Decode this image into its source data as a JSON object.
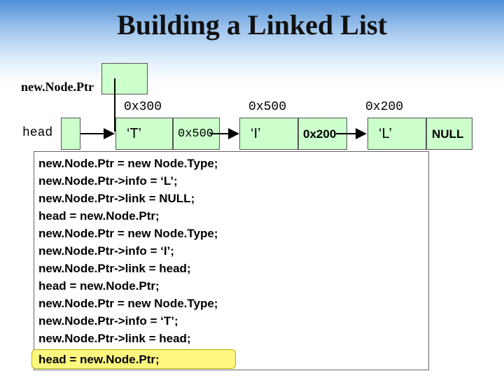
{
  "title": "Building a Linked List",
  "labels": {
    "new_node_ptr": "new.Node.Ptr",
    "head": "head"
  },
  "addresses": [
    "0x300",
    "0x500",
    "0x200"
  ],
  "nodes": [
    {
      "info": "‘T’",
      "link": "0x500"
    },
    {
      "info": "‘I’",
      "link": "0x200"
    },
    {
      "info": "‘L’",
      "link": "NULL"
    }
  ],
  "code_lines": [
    "new.Node.Ptr = new Node.Type;",
    "new.Node.Ptr->info = ‘L’;",
    "new.Node.Ptr->link = NULL;",
    "head = new.Node.Ptr;",
    "new.Node.Ptr = new Node.Type;",
    "new.Node.Ptr->info = ‘I’;",
    "new.Node.Ptr->link = head;",
    "head = new.Node.Ptr;",
    "new.Node.Ptr = new Node.Type;",
    "new.Node.Ptr->info = ‘T’;",
    "new.Node.Ptr->link = head;",
    "head = new.Node.Ptr;"
  ],
  "highlighted_line": 12
}
